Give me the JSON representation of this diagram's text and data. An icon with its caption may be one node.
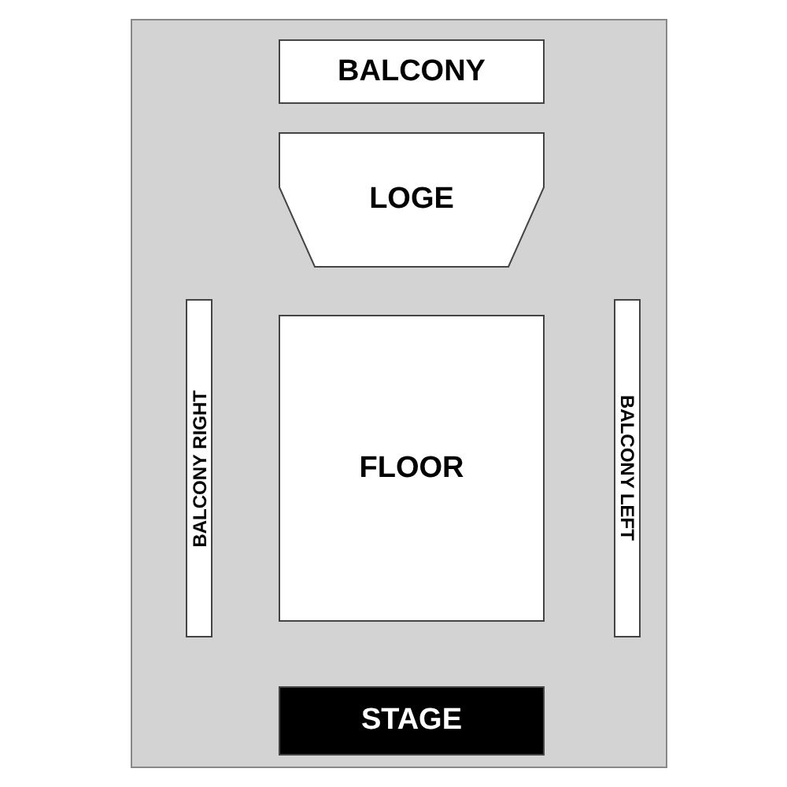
{
  "diagram": {
    "nodes": [
      {
        "text": [],
        "shape": "box"
      },
      {
        "text": [
          "BALCONY"
        ],
        "in": 0
      },
      {
        "text": [
          "LOGE"
        ],
        "in": 0
      },
      {
        "text": [
          "BALCONY RIGHT"
        ],
        "in": 0
      },
      {
        "text": [
          "FLOOR"
        ],
        "in": 0
      },
      {
        "text": [
          "BALCONY LEFT"
        ],
        "in": 0
      },
      {
        "text": [
          "STAGE"
        ],
        "in": 0
      }
    ]
  }
}
